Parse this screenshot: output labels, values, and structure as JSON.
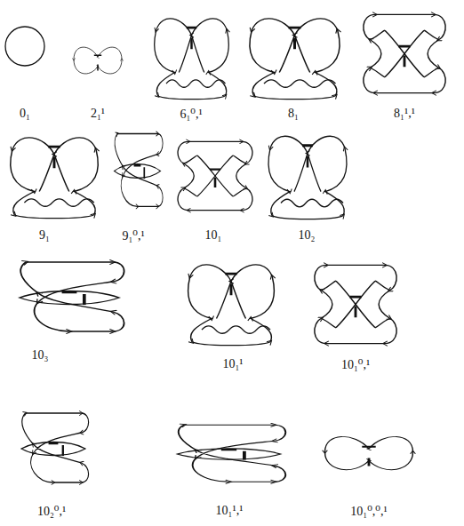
{
  "diagram": {
    "labels": [
      "0₁",
      "2₁¹",
      "6₁⁰,¹",
      "8₁",
      "8₁¹,¹",
      "9₁",
      "9₁⁰,¹",
      "10₁",
      "10₂",
      "10₃",
      "10₁¹",
      "10₁⁰,¹",
      "10₂⁰,¹",
      "10₁¹,¹",
      "10₁⁰,⁰,¹"
    ]
  }
}
